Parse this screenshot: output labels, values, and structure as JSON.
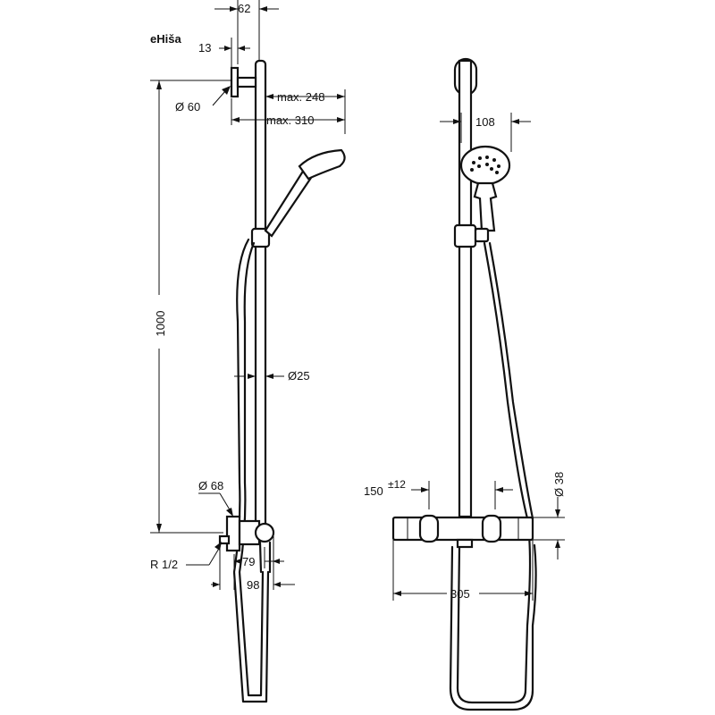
{
  "watermark": "eHiša",
  "side_view": {
    "dim_top_width": "62",
    "dim_bracket_depth": "13",
    "dim_bracket_diameter": "Ø 60",
    "dim_max_248": "max. 248",
    "dim_max_310": "max. 310",
    "dim_height": "1000",
    "dim_bar_diameter": "Ø25",
    "dim_valve_diameter": "Ø 68",
    "dim_thread": "R 1/2",
    "dim_79": "79",
    "dim_98": "98"
  },
  "front_view": {
    "dim_head_width": "108",
    "dim_150": "150",
    "dim_tolerance": "±12",
    "dim_38": "Ø 38",
    "dim_305": "305"
  }
}
